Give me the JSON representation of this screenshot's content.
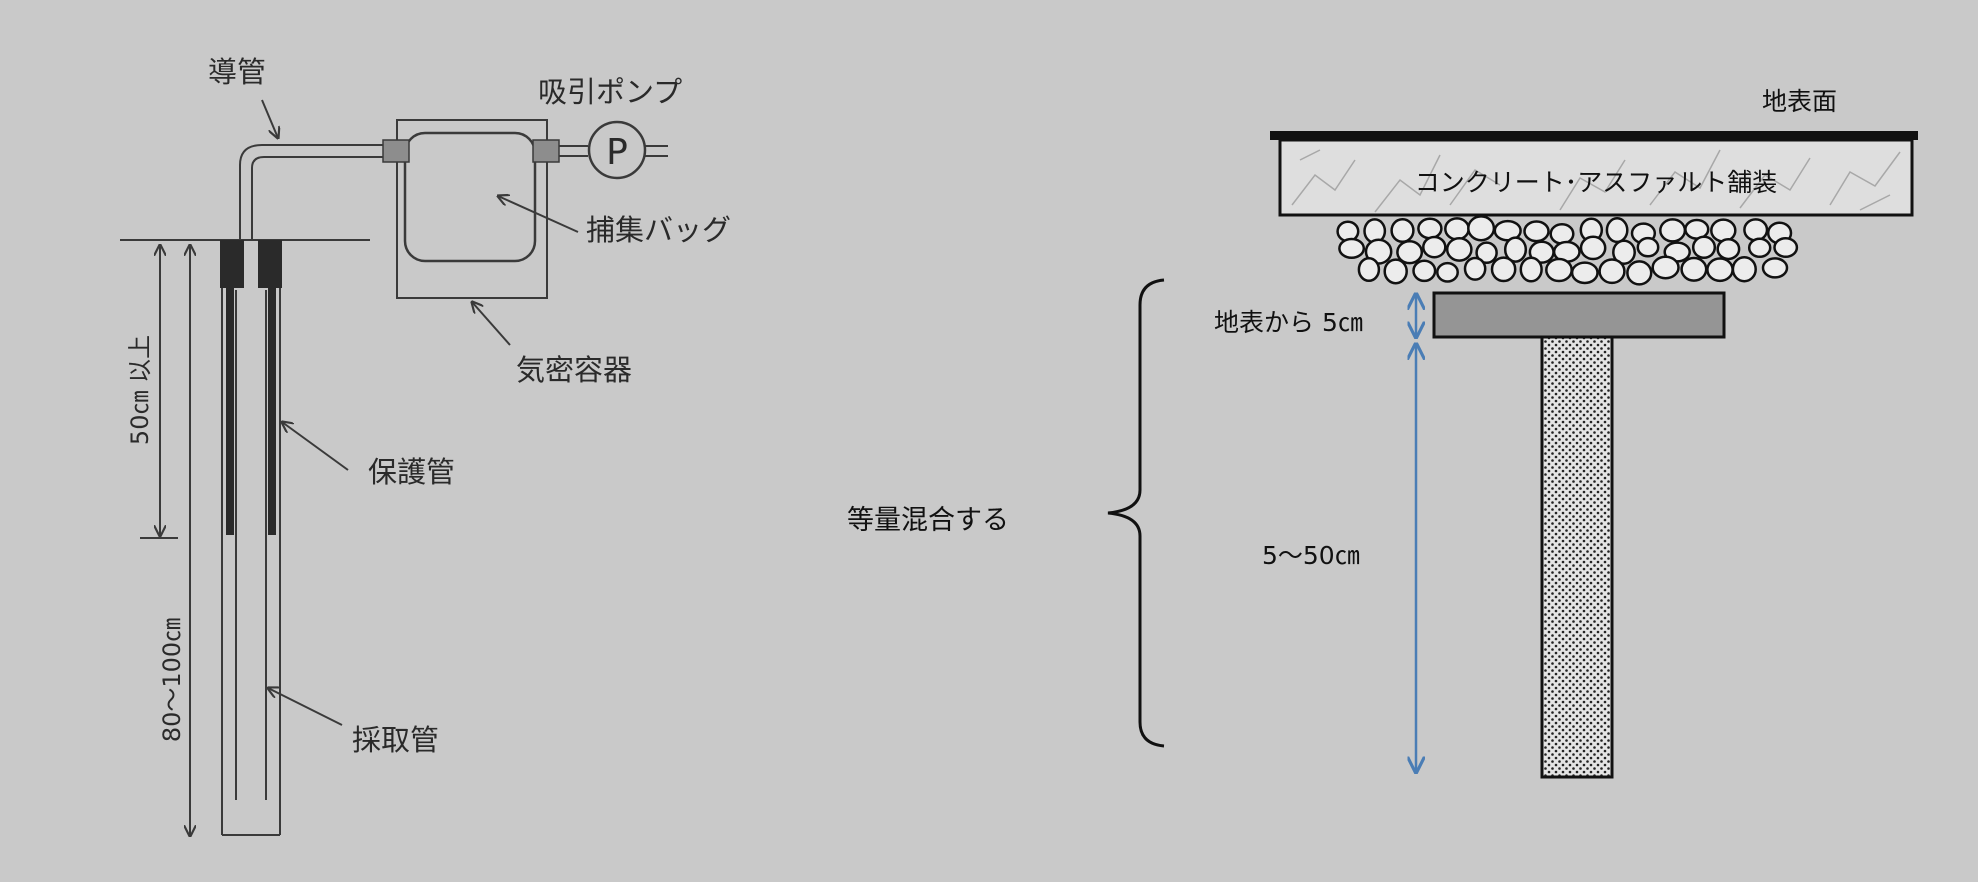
{
  "left_diagram": {
    "labels": {
      "conduit": "導管",
      "suction_pump": "吸引ポンプ",
      "pump_symbol": "P",
      "collection_bag": "捕集バッグ",
      "airtight_container": "気密容器",
      "protection_pipe": "保護管",
      "sampling_pipe": "採取管",
      "depth_upper": "50㎝ 以上",
      "depth_total": "80～100㎝"
    }
  },
  "right_diagram": {
    "labels": {
      "ground_surface": "地表面",
      "pavement": "コンクリート･アスファルト舗装",
      "from_surface": "地表から 5㎝",
      "depth_range": "5～50㎝",
      "mix_equally": "等量混合する"
    }
  },
  "colors": {
    "background": "#c9c9c9",
    "line_dark": "#1a1a1a",
    "line_old": "#3a3a3a",
    "arrow_blue": "#4a7db5",
    "plate_gray": "#959595"
  }
}
